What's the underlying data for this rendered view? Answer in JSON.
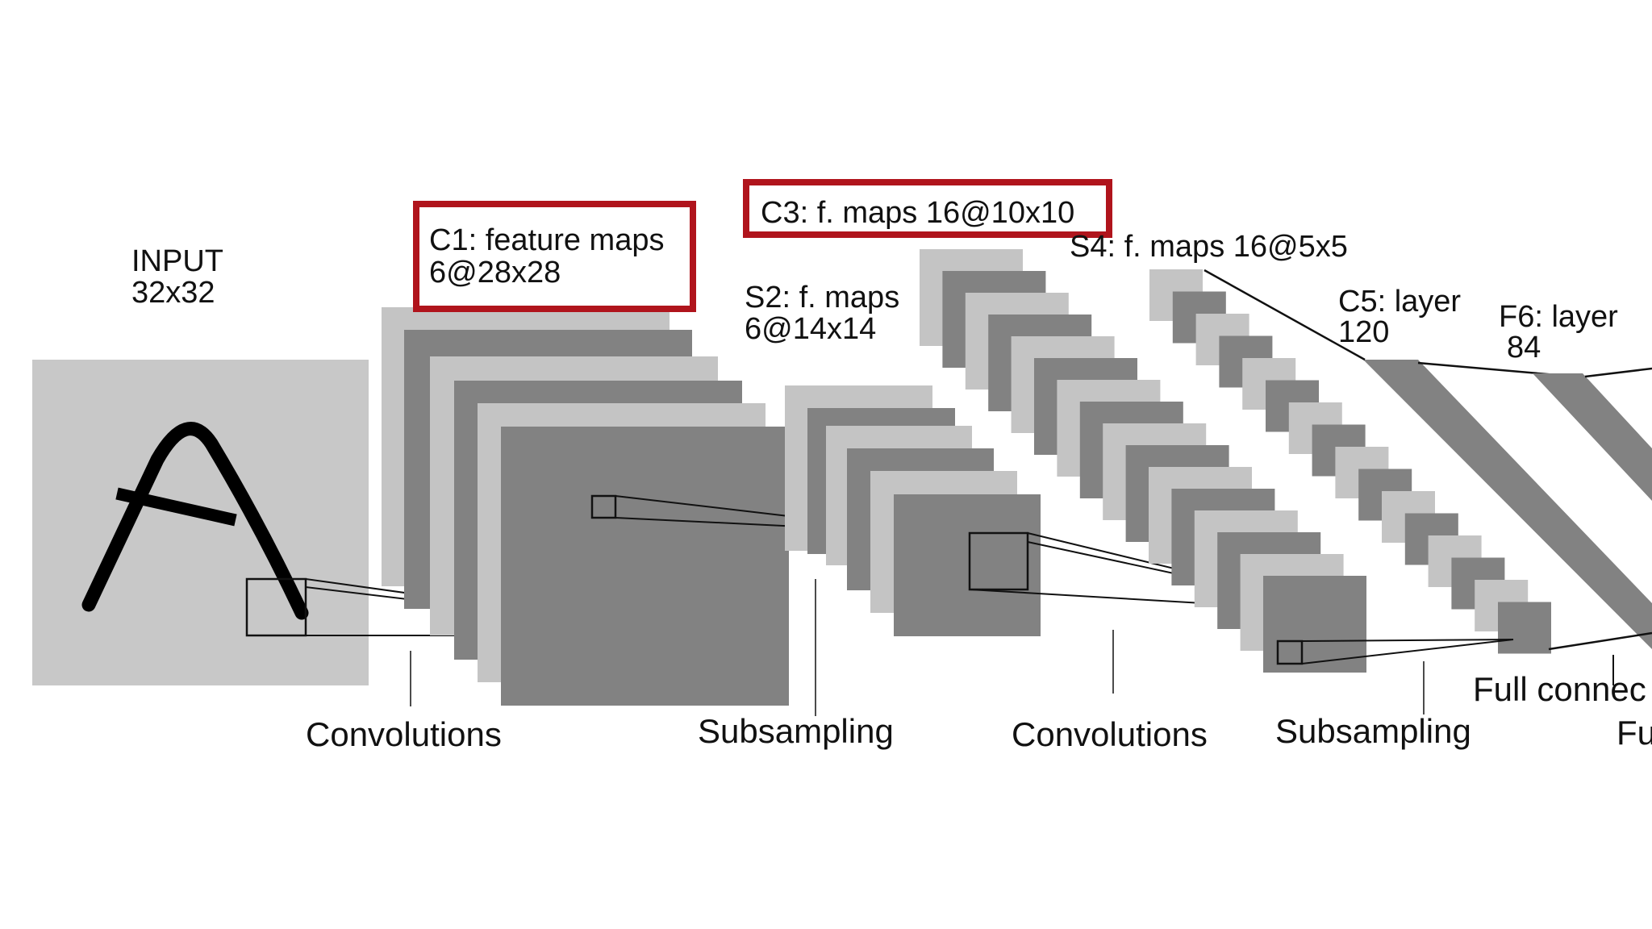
{
  "input": {
    "title": "INPUT",
    "size": "32x32",
    "glyph": "A"
  },
  "layers": {
    "c1": {
      "title": "C1: feature maps",
      "size": "6@28x28"
    },
    "s2": {
      "title": "S2: f. maps",
      "size": "6@14x14"
    },
    "c3": {
      "title": "C3: f. maps 16@10x10"
    },
    "s4": {
      "title": "S4: f. maps 16@5x5"
    },
    "c5": {
      "title": "C5: layer",
      "size": "120"
    },
    "f6": {
      "title": "F6: layer",
      "size": "84"
    }
  },
  "operations": {
    "conv1": "Convolutions",
    "sub1": "Subsampling",
    "conv2": "Convolutions",
    "sub2": "Subsampling",
    "full": "Full connec",
    "full_fragment": "Fu"
  },
  "colors": {
    "light_map": "#c4c4c4",
    "dark_map": "#828282",
    "highlight_box": "#b0141c",
    "line": "#111111",
    "input_bg": "#c8c8c8"
  }
}
